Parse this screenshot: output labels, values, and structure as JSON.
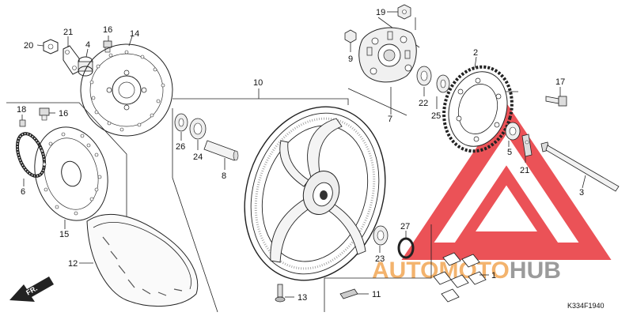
{
  "diagram": {
    "code": "K334F1940",
    "direction_label": "FR.",
    "callouts": [
      {
        "id": "p1",
        "label": "1"
      },
      {
        "id": "p2",
        "label": "2"
      },
      {
        "id": "p3",
        "label": "3"
      },
      {
        "id": "p4",
        "label": "4"
      },
      {
        "id": "p5",
        "label": "5"
      },
      {
        "id": "p6",
        "label": "6"
      },
      {
        "id": "p7",
        "label": "7"
      },
      {
        "id": "p8",
        "label": "8"
      },
      {
        "id": "p9",
        "label": "9"
      },
      {
        "id": "p10",
        "label": "10"
      },
      {
        "id": "p11",
        "label": "11"
      },
      {
        "id": "p12",
        "label": "12"
      },
      {
        "id": "p13",
        "label": "13"
      },
      {
        "id": "p14",
        "label": "14"
      },
      {
        "id": "p15",
        "label": "15"
      },
      {
        "id": "p16a",
        "label": "16"
      },
      {
        "id": "p16b",
        "label": "16"
      },
      {
        "id": "p17",
        "label": "17"
      },
      {
        "id": "p18",
        "label": "18"
      },
      {
        "id": "p19",
        "label": "19"
      },
      {
        "id": "p20",
        "label": "20"
      },
      {
        "id": "p21a",
        "label": "21"
      },
      {
        "id": "p21b",
        "label": "21"
      },
      {
        "id": "p22",
        "label": "22"
      },
      {
        "id": "p23",
        "label": "23"
      },
      {
        "id": "p24",
        "label": "24"
      },
      {
        "id": "p25",
        "label": "25"
      },
      {
        "id": "p26",
        "label": "26"
      },
      {
        "id": "p27",
        "label": "27"
      }
    ]
  },
  "watermark": {
    "text_orange": "AUTOMOTO",
    "text_gray": "HUB",
    "color_red": "#e8343a",
    "color_orange": "#f2a654",
    "color_gray": "#8a8a8a"
  }
}
